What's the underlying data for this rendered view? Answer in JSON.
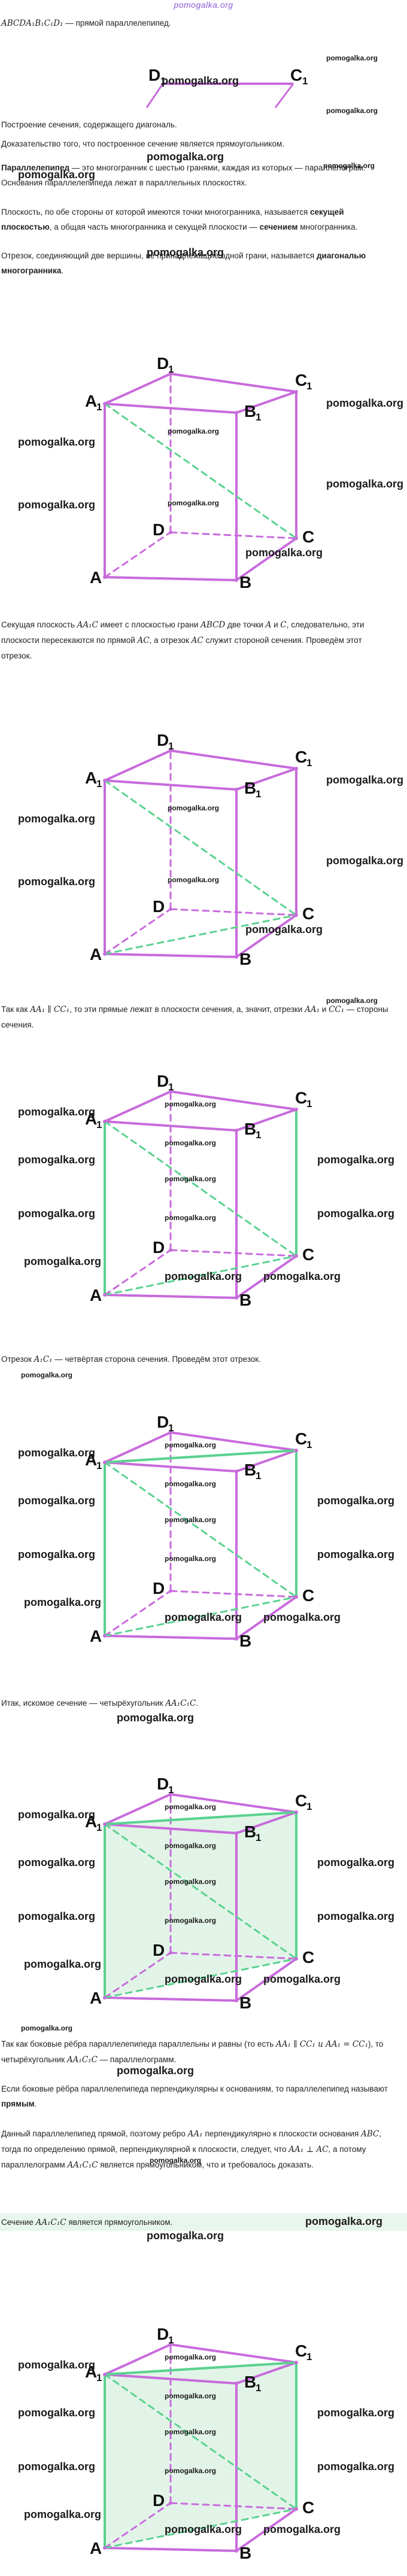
{
  "header": {
    "logo": "pomogalka.org"
  },
  "watermark": "pomogalka.org",
  "intro": {
    "math": "ABCDA₁B₁C₁D₁",
    "text": " — прямой параллелепипед."
  },
  "mini_labels": {
    "d1": "D",
    "c1": "C",
    "sub": "1"
  },
  "paragraphs": {
    "p1": "Построение сечения, содержащего диагональ.",
    "p2": "Доказательство того, что построенное сечение является прямоугольником.",
    "p3_bold": "Параллелепипед",
    "p3": " — это многогранник с шестью гранями, каждая из которых — параллелограм. Основания параллелепипеда лежат в параллельных плоскостях.",
    "p4a": "Плоскость, по обе стороны от которой имеются точки многогранника, называется ",
    "p4_bold1": "секущей плоскостью",
    "p4b": ", а общая часть многогранника и секущей плоскости — ",
    "p4_bold2": "сечением",
    "p4c": " многогранника.",
    "p5a": "Отрезок, соединяющий две вершины, не принадлежащие одной грани, называется ",
    "p5_bold": "диагональю многогранника",
    "p5b": ".",
    "p6a": "Секущая плоскость ",
    "p6m1": "AA₁C",
    "p6b": " имеет с плоскостью грани ",
    "p6m2": "ABCD",
    "p6c": " две точки ",
    "p6m3": "A",
    "p6d": " и ",
    "p6m4": "C",
    "p6e": ", следовательно, эти плоскости пересекаются по прямой ",
    "p6m5": "AC",
    "p6f": ", а отрезок ",
    "p6m6": "AC",
    "p6g": " служит стороной сечения. Проведём этот отрезок.",
    "p7a": "Так как ",
    "p7m1": "AA₁ ∥ CC₁",
    "p7b": ", то эти прямые лежат в плоскости сечения, а, значит, отрезки ",
    "p7m2": "AA₁",
    "p7c": " и ",
    "p7m3": "CC₁",
    "p7d": " — стороны сечения.",
    "p8a": "Отрезок ",
    "p8m1": "A₁C₁",
    "p8b": " — четвёртая сторона сечения. Проведём этот отрезок.",
    "p9a": "Итак, искомое сечение — четырёхугольник ",
    "p9m1": "AA₁C₁C",
    "p9b": ".",
    "p10a": "Так как боковые рёбра параллелепипеда параллельны и равны (то есть ",
    "p10m1": "AA₁ ∥ CC₁ и AA₁ = CC₁",
    "p10b": "), то четырёхугольник ",
    "p10m2": "AA₁C₁C",
    "p10c": " — параллелограмм.",
    "p11a": "Если боковые рёбра параллелепипеда перпендикулярны к основаниям, то параллелепипед называют ",
    "p11_bold": "прямым",
    "p11b": ".",
    "p12a": "Данный параллелепипед прямой, поэтому ребро ",
    "p12m1": "AA₁",
    "p12b": " перпендикулярно к плоскости основания ",
    "p12m2": "ABC",
    "p12c": ", тогда по определению прямой, перпендикулярной к плоскости, следует, что ",
    "p12m3": "AA₁ ⊥ AC",
    "p12d": ", а потому параллелограмм ",
    "p12m4": "AA₁C₁C",
    "p12e": " является прямоугольником, что и требовалось доказать.",
    "p13a": "Сечение ",
    "p13m1": "AA₁C₁C",
    "p13b": " является прямоугольником."
  },
  "figure_labels": {
    "A": "A",
    "B": "B",
    "C": "C",
    "D": "D",
    "A1": "A",
    "B1": "B",
    "C1": "C",
    "D1": "D",
    "sub": "1"
  },
  "colors": {
    "edge": "#c86bdc",
    "section": "#5ad28f",
    "fill": "#dff3e6",
    "highlight": "#e9f6ee",
    "logo": "#8e5bd6"
  }
}
